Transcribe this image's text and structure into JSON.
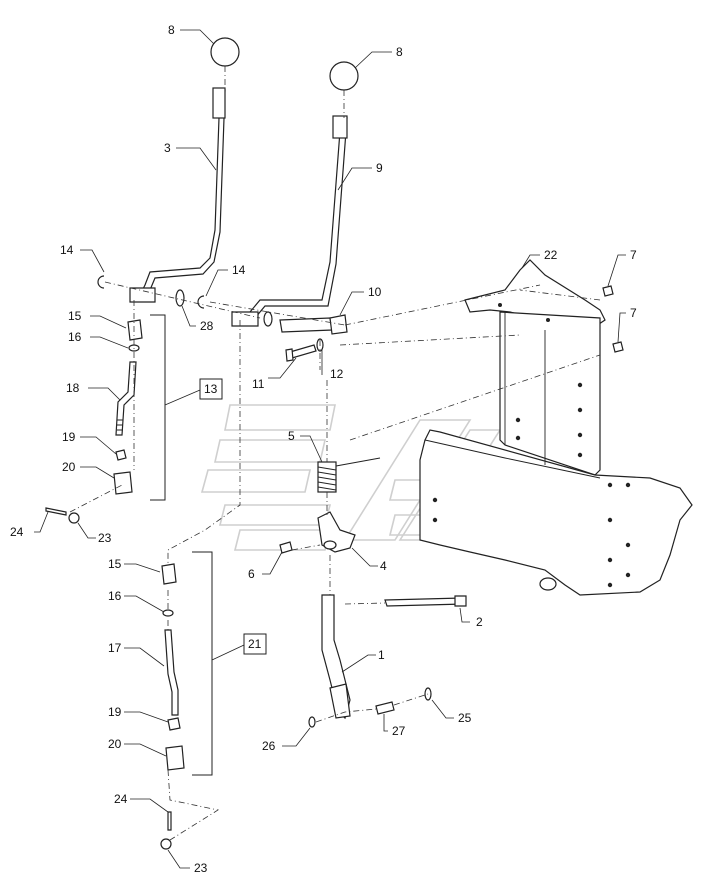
{
  "callouts": {
    "c8a": "8",
    "c8b": "8",
    "c3": "3",
    "c9": "9",
    "c14a": "14",
    "c14b": "14",
    "c22": "22",
    "c7a": "7",
    "c7b": "7",
    "c10": "10",
    "c28": "28",
    "c15a": "15",
    "c16a": "16",
    "c18": "18",
    "c13": "13",
    "c11": "11",
    "c12": "12",
    "c5": "5",
    "c19a": "19",
    "c20a": "20",
    "c24a": "24",
    "c23a": "23",
    "c6": "6",
    "c4": "4",
    "c15b": "15",
    "c16b": "16",
    "c2": "2",
    "c21": "21",
    "c17": "17",
    "c1": "1",
    "c19b": "19",
    "c25": "25",
    "c27": "27",
    "c26": "26",
    "c20b": "20",
    "c24b": "24",
    "c23b": "23"
  }
}
